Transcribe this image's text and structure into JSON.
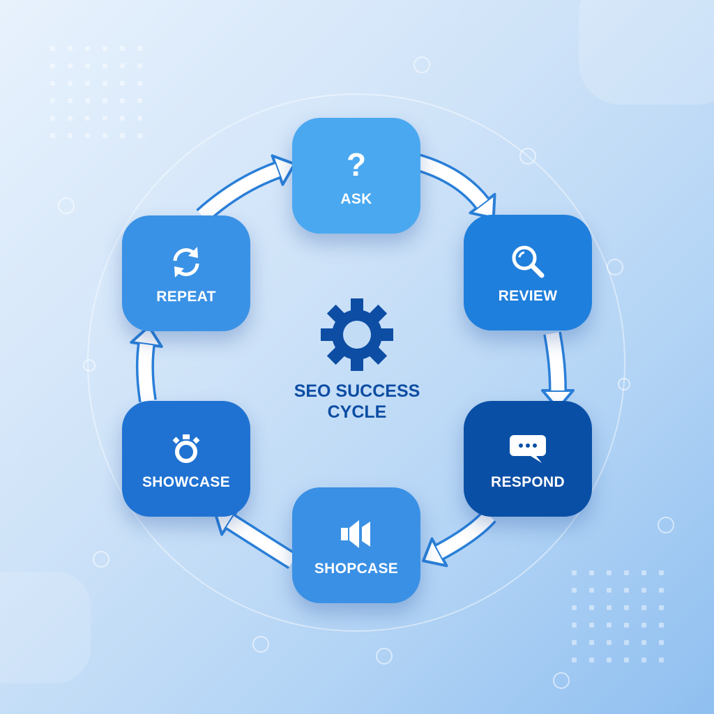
{
  "title": {
    "line1": "SEO SUCCESS",
    "line2": "CYCLE"
  },
  "center_icon": "gear-icon",
  "steps": [
    {
      "label": "ASK",
      "icon": "question-icon",
      "color": "#4aa8f0"
    },
    {
      "label": "REVIEW",
      "icon": "magnifier-icon",
      "color": "#1f7fdc"
    },
    {
      "label": "RESPOND",
      "icon": "chat-bubble-icon",
      "color": "#0a4fa6"
    },
    {
      "label": "SHOPCASE",
      "icon": "speaker-icon",
      "color": "#3a90e4"
    },
    {
      "label": "SHOWCASE",
      "icon": "ring-icon",
      "color": "#1f72d2"
    },
    {
      "label": "REPEAT",
      "icon": "refresh-icon",
      "color": "#3a92e6"
    }
  ],
  "colors": {
    "title": "#0d4da3",
    "arrow_outline": "#2a7fd8",
    "arrow_fill": "#ffffff"
  }
}
